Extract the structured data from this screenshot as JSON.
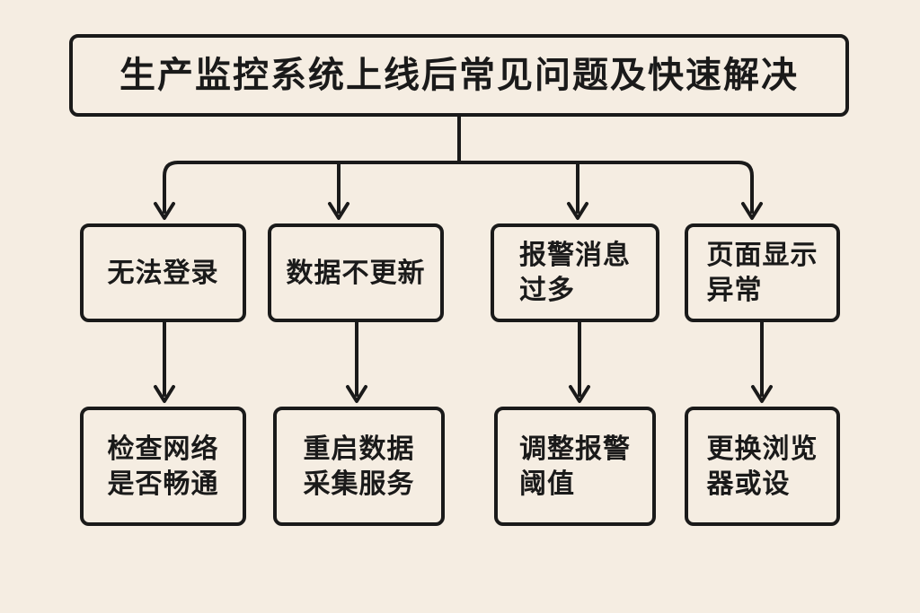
{
  "title": "生产监控系统上线后常见问题及快速解决",
  "problems": [
    {
      "label": "无法登录",
      "solution": "检查网络\n是否畅通"
    },
    {
      "label": "数据不更新",
      "solution": "重启数据\n采集服务"
    },
    {
      "label": "报警消息\n过多",
      "solution": "调整报警\n阈值"
    },
    {
      "label": "页面显示\n异常",
      "solution": "更换浏览\n器或设"
    }
  ],
  "colors": {
    "background": "#f5ede2",
    "stroke": "#1a1a1a"
  }
}
